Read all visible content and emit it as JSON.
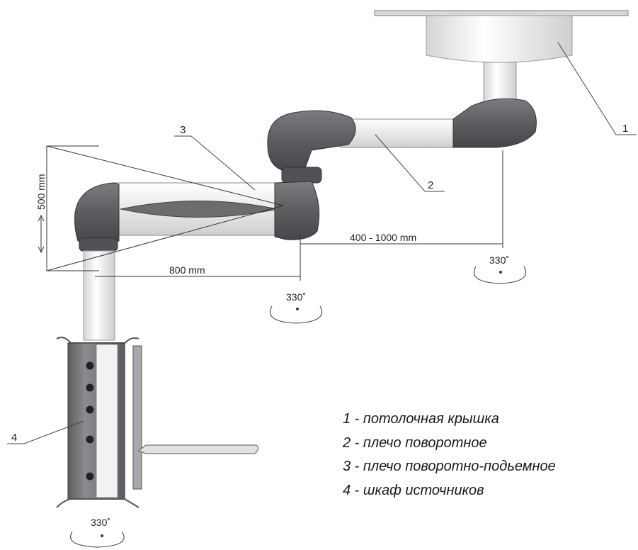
{
  "callouts": [
    "1",
    "2",
    "3",
    "4"
  ],
  "dimensions": {
    "height": "500 mm",
    "arm_length": "800 mm",
    "arm_range": "400 - 1000 mm"
  },
  "rotation": {
    "top": "330˚",
    "middle": "330˚",
    "bottom": "330˚"
  },
  "legend": [
    "1 - потолочная крышка",
    "2 - плечо поворотное",
    "3 - плечо поворотно-подьемное",
    "4 - шкаф источников"
  ],
  "colors": {
    "arm_dark": "#5b5d60",
    "arm_light": "#ececec",
    "line": "#333333"
  }
}
